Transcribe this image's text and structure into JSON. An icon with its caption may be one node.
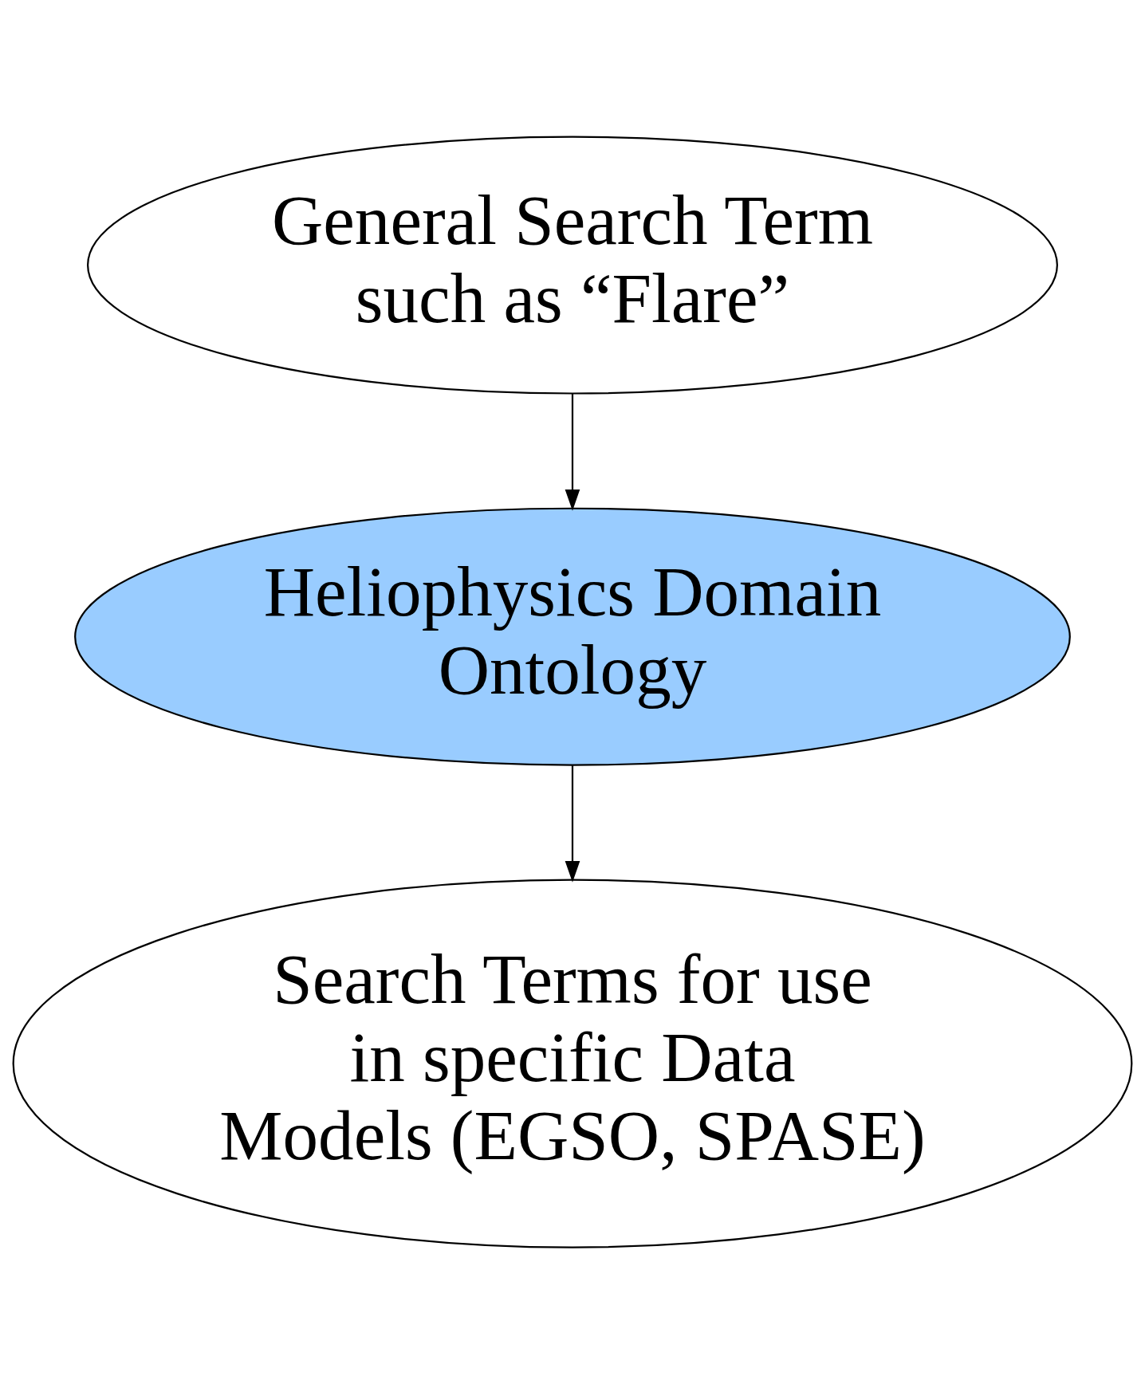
{
  "diagram": {
    "nodes": [
      {
        "text": [
          "General Search Term such as “Flare”"
        ]
      },
      {
        "text": [
          "Heliophysics Domain Ontology"
        ]
      },
      {
        "text": [
          "Search Terms for use in specific Data Models (EGSO, SPASE)"
        ]
      }
    ],
    "edges": [
      {
        "from": 0,
        "to": 1,
        "arrow": "to"
      },
      {
        "from": 1,
        "to": 2,
        "arrow": "to"
      }
    ]
  }
}
